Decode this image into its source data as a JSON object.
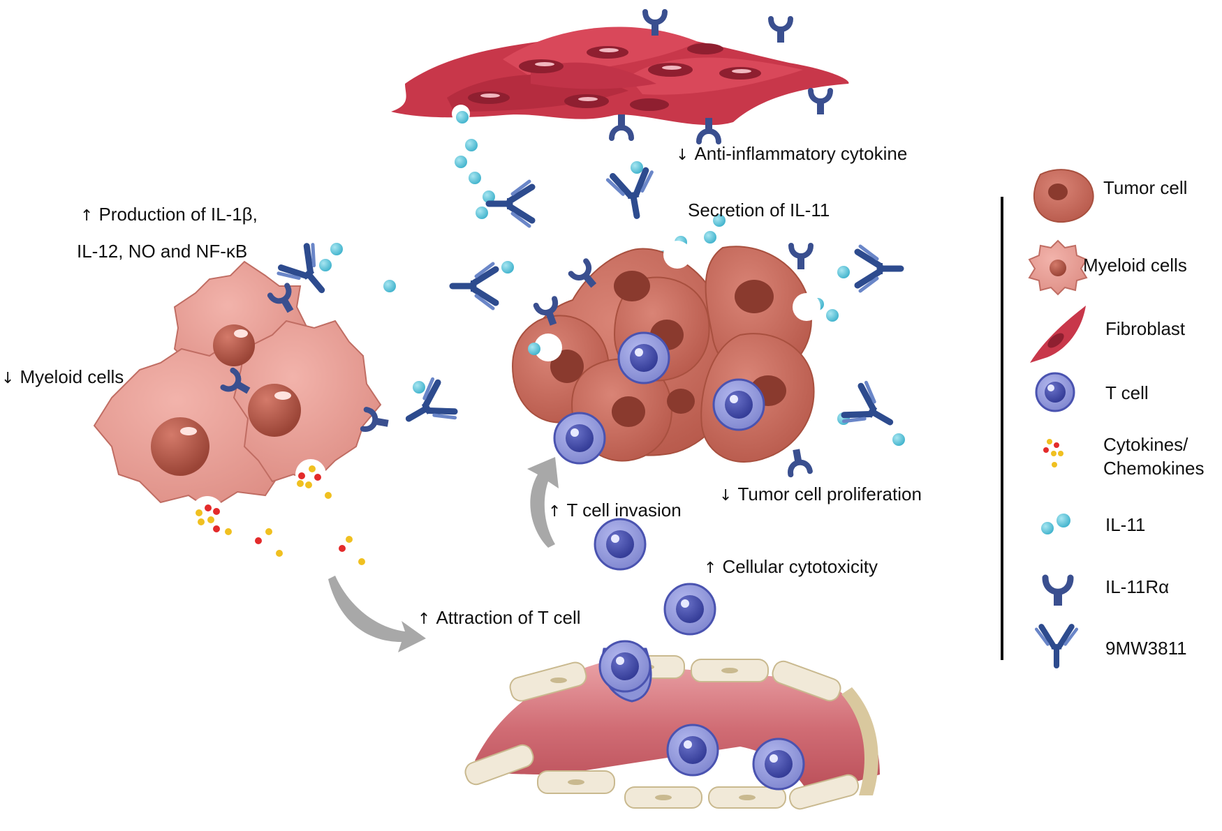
{
  "labels": {
    "anti_inflammatory": "Anti-inflammatory cytokine",
    "secretion_il11": "Secretion of IL-11",
    "production_line1": "Production of IL-1β,",
    "production_line2": "IL-12, NO and NF-κB",
    "myeloid_cells": "Myeloid cells",
    "tumor_proliferation": "Tumor cell proliferation",
    "t_cell_invasion": "T cell invasion",
    "cellular_cytotoxicity": "Cellular cytotoxicity",
    "attraction_t_cell": "Attraction of T cell",
    "arrow_up": "↑",
    "arrow_down": "↓"
  },
  "legend": {
    "items": [
      {
        "icon": "tumor-cell-icon",
        "label": "Tumor cell"
      },
      {
        "icon": "myeloid-cell-icon",
        "label": "Myeloid cells"
      },
      {
        "icon": "fibroblast-icon",
        "label": "Fibroblast"
      },
      {
        "icon": "t-cell-icon",
        "label": "T cell"
      },
      {
        "icon": "cytokines-icon",
        "label": "Cytokines/",
        "label2": "Chemokines"
      },
      {
        "icon": "il11-icon",
        "label": "IL-11"
      },
      {
        "icon": "il11r-alpha-icon",
        "label": "IL-11Rα"
      },
      {
        "icon": "antibody-9mw3811-icon",
        "label": "9MW3811"
      }
    ]
  },
  "colors": {
    "tumor": "#c76a5c",
    "tumor_nucleus": "#8a3a2e",
    "myeloid": "#e8a19a",
    "myeloid_nucleus": "#b75c4e",
    "fibroblast": "#c8374a",
    "t_cell": "#7f86cf",
    "t_cell_nucleus": "#3f47a8",
    "il11": "#5cc3d8",
    "receptor": "#3a4f8f",
    "antibody": "#3b5ea6",
    "vessel_wall": "#f1e9d8",
    "vessel_lumen": "#d6727a",
    "arrow_gray": "#a8a8a8"
  }
}
